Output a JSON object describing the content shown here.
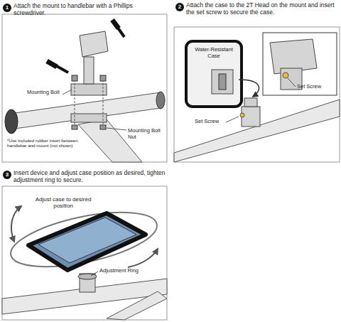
{
  "diagram": {
    "labels": [
      "1",
      "Attach the mount to handlebar with a Phillips screwdriver.",
      "Mounting Bolt",
      "*Use included rubber insert between handlebar and mount (not shown)",
      "Mounting Bolt Nut",
      "2",
      "Attach the case to the 2T Head on the mount and insert the set screw to secure the case.",
      "Water-Resistant Case",
      "Set Screw",
      "Set Screw",
      "3",
      "Insert device and adjust case position as desired, tighten adjustment ring to secure.",
      "Adjust case to desired position",
      "Adjustment Ring"
    ]
  }
}
